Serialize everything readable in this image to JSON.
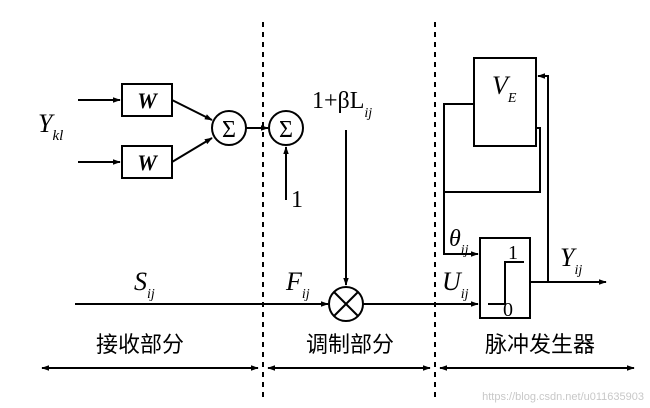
{
  "inputs": {
    "y_main": "Y",
    "y_sub": "kl",
    "weight_1": "W",
    "weight_2": "W",
    "sum_symbol": "Σ",
    "bias_one": "1"
  },
  "modulation": {
    "expr_main": "1+βL",
    "expr_sub": "ij",
    "f_main": "F",
    "f_sub": "ij",
    "multiply_symbol": "⊗"
  },
  "feeding": {
    "s_main": "S",
    "s_sub": "ij"
  },
  "pulse": {
    "ve_main": "V",
    "ve_sub": "E",
    "theta_main": "θ",
    "theta_sub": "ij",
    "u_main": "U",
    "u_sub": "ij",
    "step_high": "1",
    "step_low": "0",
    "y_out_main": "Y",
    "y_out_sub": "ij"
  },
  "sections": {
    "receive": "接收部分",
    "modulate": "调制部分",
    "pulse": "脉冲发生器"
  },
  "watermark": "https://blog.csdn.net/u011635903"
}
